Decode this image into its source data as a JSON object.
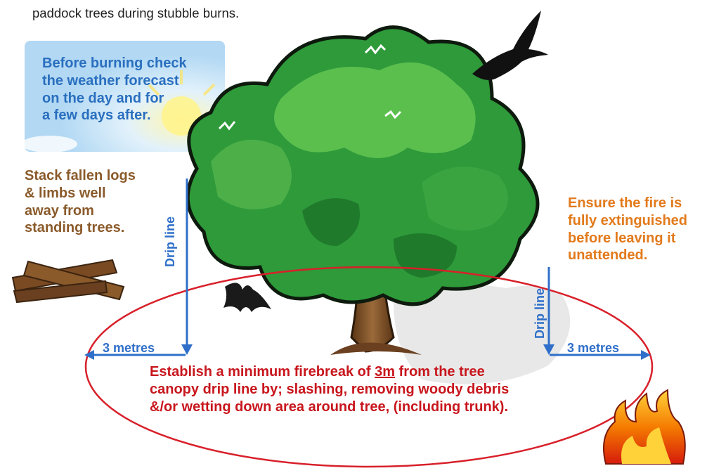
{
  "subtitle": "paddock trees during stubble burns.",
  "weather_tip": {
    "lines": [
      "Before burning check",
      "the weather forecast",
      "on the day and for",
      "a few days after."
    ]
  },
  "logs_tip": {
    "lines": [
      "Stack fallen logs",
      "& limbs well",
      "away from",
      "standing trees."
    ]
  },
  "extinguish_tip": {
    "lines": [
      "Ensure the fire is",
      "fully extinguished",
      "before leaving it",
      "unattended."
    ]
  },
  "firebreak_tip": {
    "line1_before": "Establish a minimum firebreak of ",
    "line1_emph": "3m",
    "line1_after": " from the tree",
    "line2": "canopy drip line by; slashing, removing woody debris",
    "line3": "&/or wetting down area around tree, (including trunk)."
  },
  "measure_labels": {
    "left": "3 metres",
    "right": "3 metres",
    "drip_left": "Drip line",
    "drip_right": "Drip line"
  },
  "colors": {
    "weather_text": "#2a6fbf",
    "logs_text": "#8a5a2a",
    "extinguish_text": "#e27a1c",
    "firebreak_text": "#c8161d",
    "measure_blue": "#2f6fc9",
    "ellipse_red": "#d8202a",
    "foliage_green": "#2e9a3a",
    "trunk_brown": "#7a4a22"
  },
  "icons": [
    "sun-sky-icon",
    "tree-illustration",
    "crow-silhouette-icon",
    "bat-silhouette-icon",
    "fallen-logs-icon",
    "fire-flames-icon"
  ]
}
